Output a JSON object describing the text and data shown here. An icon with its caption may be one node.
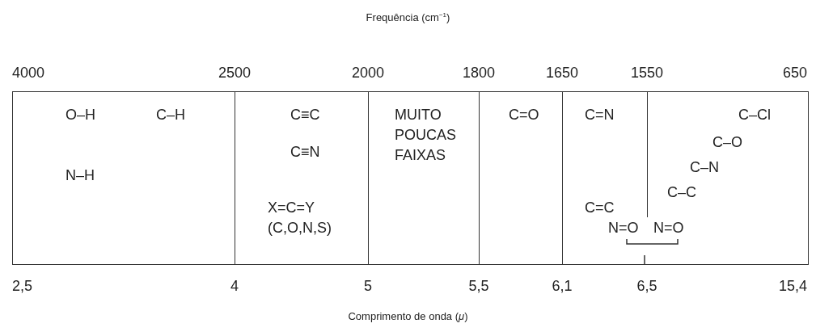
{
  "diagram": {
    "title": "Frequência (cm$^{−1}$)",
    "caption": "Comprimento de onda (*μ*)",
    "nodes": [
      {
        "text": [
          "O–H",
          "C–H",
          "N–H"
        ]
      },
      {
        "text": [
          "C≡C",
          "C≡N",
          "X=C=Y (C,O,N,S)"
        ]
      },
      {
        "text": [
          "MUITO POUCAS FAIXAS"
        ]
      },
      {
        "text": [
          "C=O"
        ]
      },
      {
        "text": [
          "C=N",
          "C=C"
        ]
      },
      {
        "text": [
          "C–Cl",
          "C–O",
          "C–N",
          "C–C"
        ]
      }
    ],
    "labels": [
      "4000",
      "2500",
      "2000",
      "1800",
      "1650",
      "1550",
      "650",
      "N=O",
      "N=O",
      "2,5",
      "4",
      "5",
      "5,5",
      "6,1",
      "6,5",
      "15,4"
    ]
  }
}
